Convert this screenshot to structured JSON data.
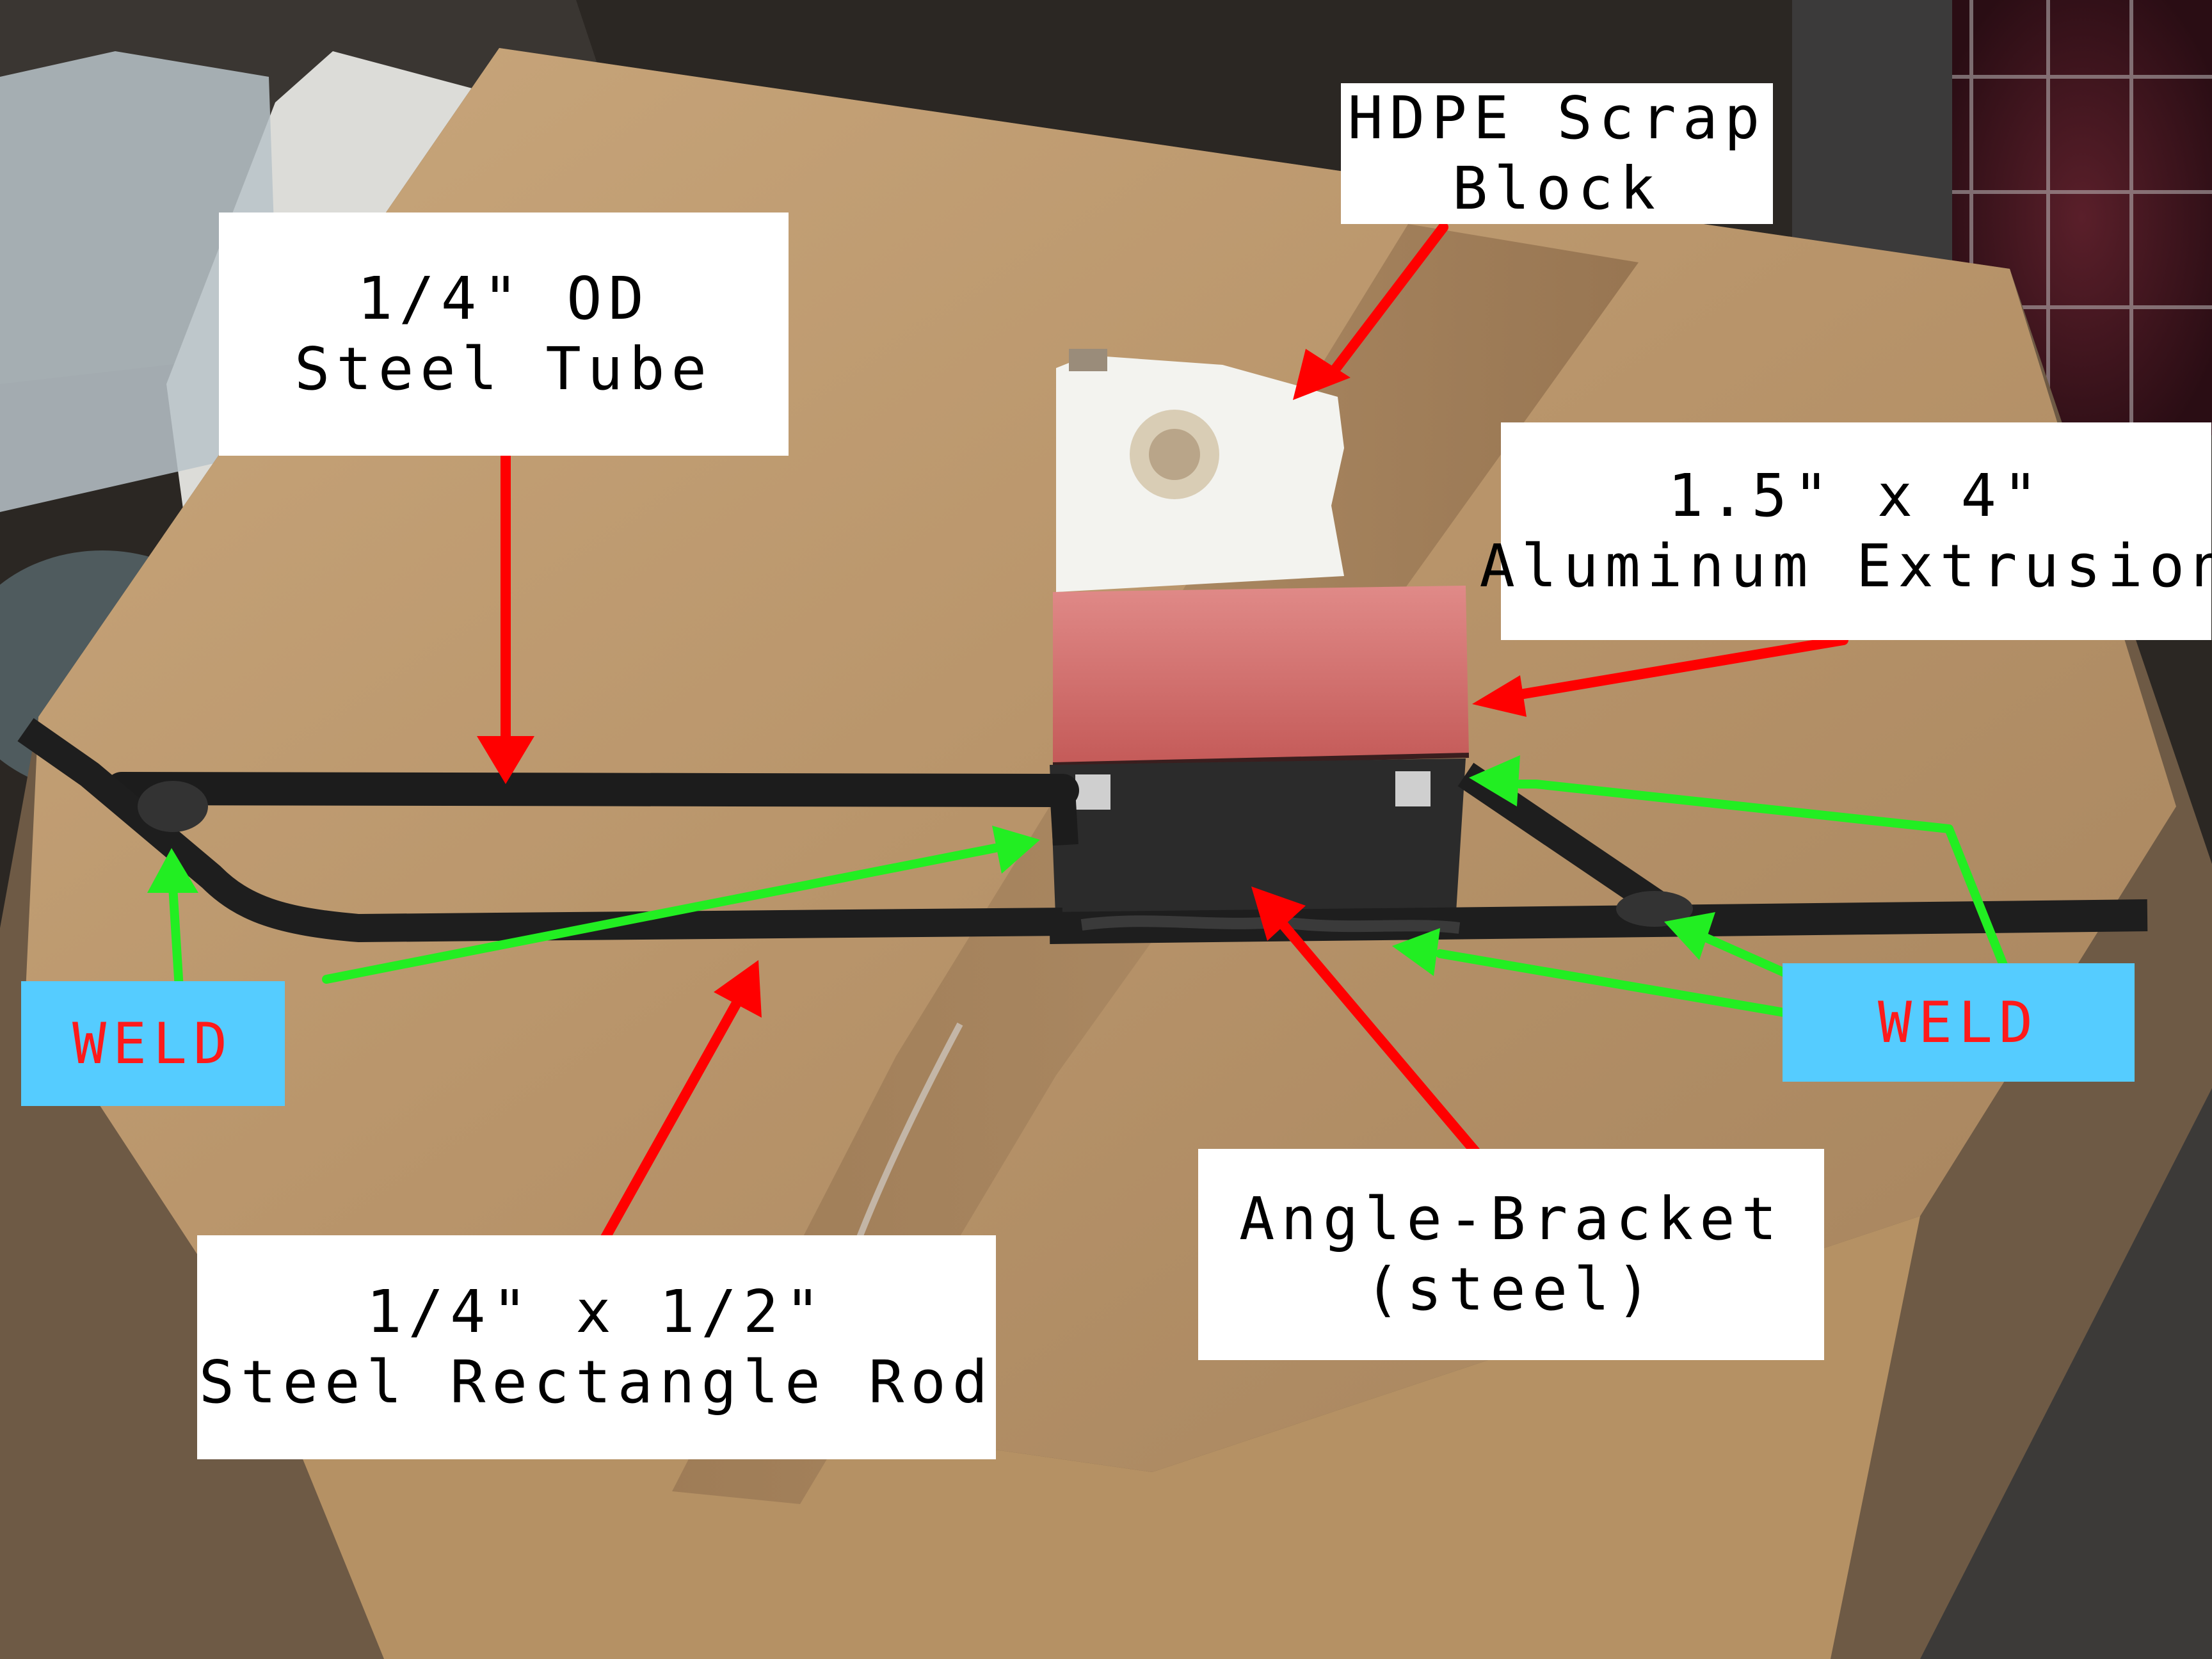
{
  "labels": {
    "hdpe_block": {
      "line1": "HDPE Scrap",
      "line2": "Block"
    },
    "steel_tube": {
      "line1": "1/4\" OD",
      "line2": "Steel Tube"
    },
    "aluminum_extrusion": {
      "line1": "1.5\" x 4\"",
      "line2": "Aluminum Extrusion"
    },
    "rectangle_rod": {
      "line1": "1/4\" x 1/2\"",
      "line2": "Steel Rectangle Rod"
    },
    "angle_bracket": {
      "line1": "Angle-Bracket",
      "line2": "(steel)"
    },
    "weld_left": "WELD",
    "weld_right": "WELD"
  },
  "colors": {
    "callout_arrow": "#ff0000",
    "weld_arrow": "#22ee22",
    "weld_box": "#55ccff",
    "weld_text": "#ff1a1a",
    "label_box": "#ffffff"
  }
}
